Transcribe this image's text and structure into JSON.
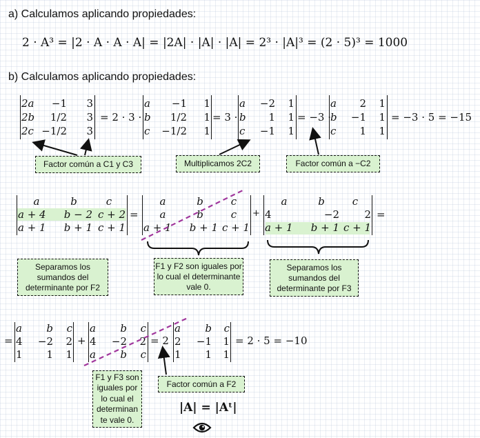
{
  "part_a": {
    "heading": "a) Calculamos aplicando propiedades:",
    "equation": "2 · A³ = |2 · A · A · A| = |2A| · |A| · |A| = 2³ · |A|³ = (2 · 5)³ = 1000"
  },
  "part_b": {
    "heading": "b) Calculamos aplicando propiedades:",
    "m1": [
      [
        "2a",
        "−1",
        "3"
      ],
      [
        "2b",
        "1/2",
        "3"
      ],
      [
        "2c",
        "−1/2",
        "3"
      ]
    ],
    "eq1": "= 2 · 3 ·",
    "m2": [
      [
        "a",
        "−1",
        "1"
      ],
      [
        "b",
        "1/2",
        "1"
      ],
      [
        "c",
        "−1/2",
        "1"
      ]
    ],
    "eq2": "= 3 ·",
    "m3": [
      [
        "a",
        "−2",
        "1"
      ],
      [
        "b",
        "1",
        "1"
      ],
      [
        "c",
        "−1",
        "1"
      ]
    ],
    "eq3": "= −3 ·",
    "m4": [
      [
        "a",
        "2",
        "1"
      ],
      [
        "b",
        "−1",
        "1"
      ],
      [
        "c",
        "1",
        "1"
      ]
    ],
    "eq4": "= −3 · 5 = −15",
    "note1": "Factor común a C1 y C3",
    "note2": "Multiplicamos 2C2",
    "note3": "Factor común a −C2"
  },
  "row2": {
    "m5": [
      [
        "a",
        "b",
        "c"
      ],
      [
        "a + 4",
        "b − 2",
        "c + 2"
      ],
      [
        "a + 1",
        "b + 1",
        "c + 1"
      ]
    ],
    "eq1": "=",
    "m6": [
      [
        "a",
        "b",
        "c"
      ],
      [
        "a",
        "b",
        "c"
      ],
      [
        "a + 1",
        "b + 1",
        "c + 1"
      ]
    ],
    "plus": "+",
    "m7": [
      [
        "a",
        "b",
        "c"
      ],
      [
        "4",
        "−2",
        "2"
      ],
      [
        "a + 1",
        "b + 1",
        "c + 1"
      ]
    ],
    "eq2": "=",
    "note_left": "Separamos los sumandos del determinante por F2",
    "note_mid": "F1 y F2 son iguales por lo cual el determinante vale 0.",
    "note_right": "Separamos los sumandos del determinante por F3"
  },
  "row3": {
    "eq0": "=",
    "m8": [
      [
        "a",
        "b",
        "c"
      ],
      [
        "4",
        "−2",
        "2"
      ],
      [
        "1",
        "1",
        "1"
      ]
    ],
    "plus": "+",
    "m9": [
      [
        "a",
        "b",
        "c"
      ],
      [
        "4",
        "−2",
        "2"
      ],
      [
        "a",
        "b",
        "c"
      ]
    ],
    "eq1": "= 2",
    "m10": [
      [
        "a",
        "b",
        "c"
      ],
      [
        "2",
        "−1",
        "1"
      ],
      [
        "1",
        "1",
        "1"
      ]
    ],
    "eq2": "= 2 · 5 = −10",
    "note_f1f3": "F1 y F3 son iguales por lo cual el determinan te vale 0.",
    "note_factor": "Factor común a F2",
    "transpose": "|A| = |Aᵗ|"
  },
  "icons": {
    "eye": "eye-icon"
  }
}
